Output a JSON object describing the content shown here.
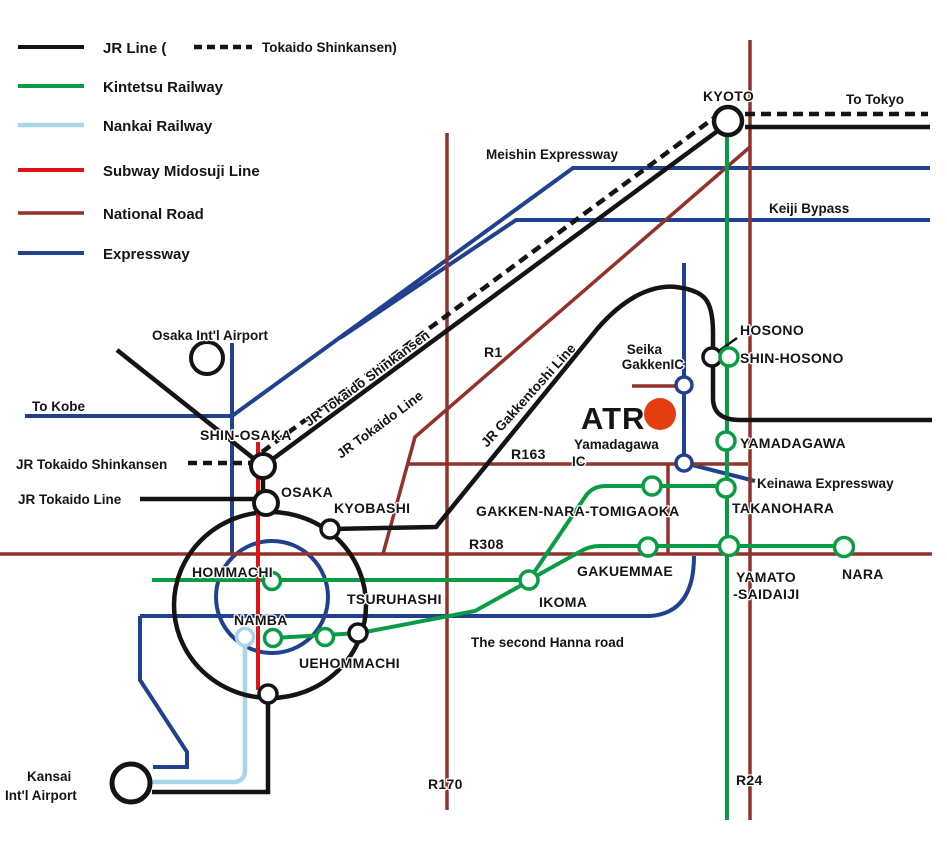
{
  "colors": {
    "jr": "#141414",
    "kintetsu": "#0a9c45",
    "nankai": "#a6d6e8",
    "midosuji": "#e01212",
    "national_road": "#92322b",
    "expressway": "#21418f",
    "atr_text": "#b23228",
    "atr_dot": "#e63c12"
  },
  "legend": {
    "jr_prefix": "JR Line (",
    "jr_dashed_label": "Tokaido Shinkansen)",
    "kintetsu_label": "Kintetsu Railway",
    "nankai_label": "Nankai Railway",
    "midosuji_label": "Subway Midosuji Line",
    "national_label": "National Road",
    "expressway_label": "Expressway"
  },
  "stations": {
    "kyoto": "KYOTO",
    "shin_osaka": "SHIN-OSAKA",
    "osaka": "OSAKA",
    "kyobashi": "KYOBASHI",
    "hommachi": "HOMMACHI",
    "namba": "NAMBA",
    "uehommachi": "UEHOMMACHI",
    "tsuruhashi": "TSURUHASHI",
    "ikoma": "IKOMA",
    "gakuemmae": "GAKUEMMAE",
    "yamato_saidaiji_line1": "YAMATO",
    "yamato_saidaiji_line2": "-SAIDAIJI",
    "nara": "NARA",
    "takanohara": "TAKANOHARA",
    "gakken_nara_tomigaoka": "GAKKEN-NARA-TOMIGAOKA",
    "yamadagawa": "YAMADAGAWA",
    "hosono": "HOSONO",
    "shin_hosono": "SHIN-HOSONO"
  },
  "roads": {
    "r1": "R1",
    "r163": "R163",
    "r308": "R308",
    "r170": "R170",
    "r24": "R24",
    "meishin": "Meishin Expressway",
    "keiji": "Keiji Bypass",
    "keinawa": "Keinawa Expressway",
    "second_hanna": "The second Hanna road"
  },
  "misc": {
    "to_tokyo": "To Tokyo",
    "to_kobe": "To Kobe",
    "osaka_airport": "Osaka Int'l Airport",
    "kansai_airport_line1": "Kansai",
    "kansai_airport_line2": "Int'l Airport",
    "jr_shinkansen_label": "JR Tokaido Shinkansen",
    "jr_tokaido_label": "JR Tokaido Line",
    "jr_shinkansen_diag_label": "JR Tokaido Shinkansen",
    "jr_tokaido_diag_label": "JR Tokaido Line",
    "jr_gakkentoshi_label": "JR Gakkentoshi Line",
    "seika_line1": "Seika",
    "seika_line2": "GakkenIC",
    "yamadagawa_ic_line1": "Yamadagawa",
    "yamadagawa_ic_line2": "IC",
    "atr": "ATR"
  }
}
